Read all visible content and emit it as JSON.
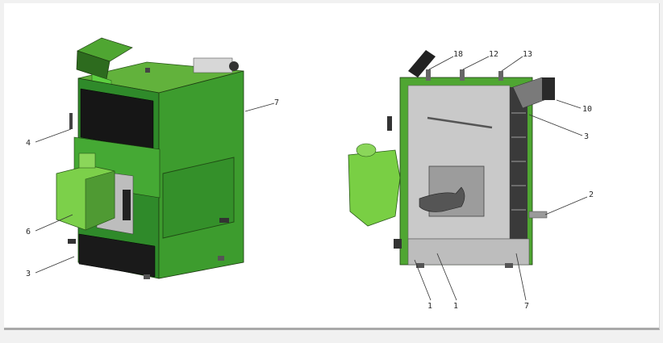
{
  "figure": {
    "colors": {
      "green": "#3c9a2c",
      "green_light": "#6cc640",
      "gray": "#c8c8c8",
      "dark": "#1f1f1f"
    },
    "left_view_callouts": [
      "7",
      "4",
      "6",
      "3"
    ],
    "right_view_callouts": [
      "18",
      "12",
      "13",
      "10",
      "3",
      "2",
      "1",
      "7"
    ]
  },
  "labels": {
    "left": {
      "c7": "7",
      "c4": "4",
      "c6": "6",
      "c3": "3"
    },
    "right": {
      "c18": "18",
      "c12": "12",
      "c13": "13",
      "c10": "10",
      "c3": "3",
      "c2": "2",
      "c1a": "1",
      "c1b": "1",
      "c7": "7"
    }
  }
}
